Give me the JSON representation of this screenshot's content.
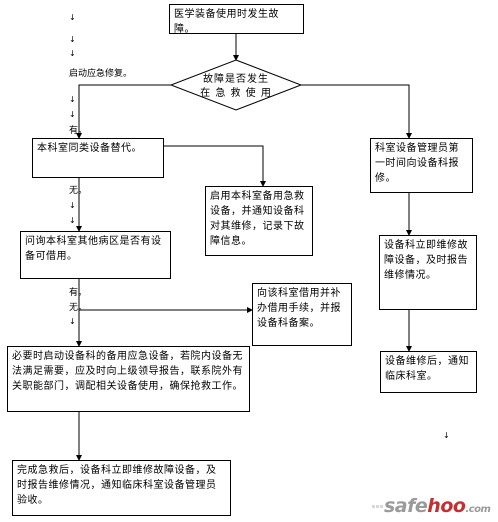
{
  "nodes": {
    "start": "医学装备使用时发生故障。",
    "decision": [
      "故障是否发生",
      "在 急 救 使 用"
    ],
    "replace_same_dept": "本科室同类设备替代。",
    "enable_spare": "启用本科室备用急救设备，并通知设备科对其维修，记录下故障信息。",
    "ask_other_ward": "问询本科室其他病区是否有设备可借用。",
    "borrow_from_dept": "向该科室借用并补办借用手续，并报设备科备案。",
    "emergency_equipment": "必要时启动设备科的备用应急设备，若院内设备无法满足需要，应及时向上级领导报告，联系院外有关职能部门，调配相关设备使用，确保抢救工作。",
    "after_rescue": "完成急救后，设备科立即维修故障设备，及时报告维修情况，通知临床科室设备管理员验收。",
    "manager_report": "科室设备管理员第一时间向设备科报修。",
    "repair_immediately": "设备科立即维修故障设备，及时报告维修情况。",
    "repair_done": "设备维修后，通知临床科室。"
  },
  "labels": {
    "launch_repair": "启动应急修复。",
    "yes_1": "有。",
    "no_1": "无。",
    "yes_2": "有。",
    "no_2": "无。"
  },
  "watermark": {
    "safe": "safe",
    "hoo": "hoo",
    "tld": ".com"
  }
}
